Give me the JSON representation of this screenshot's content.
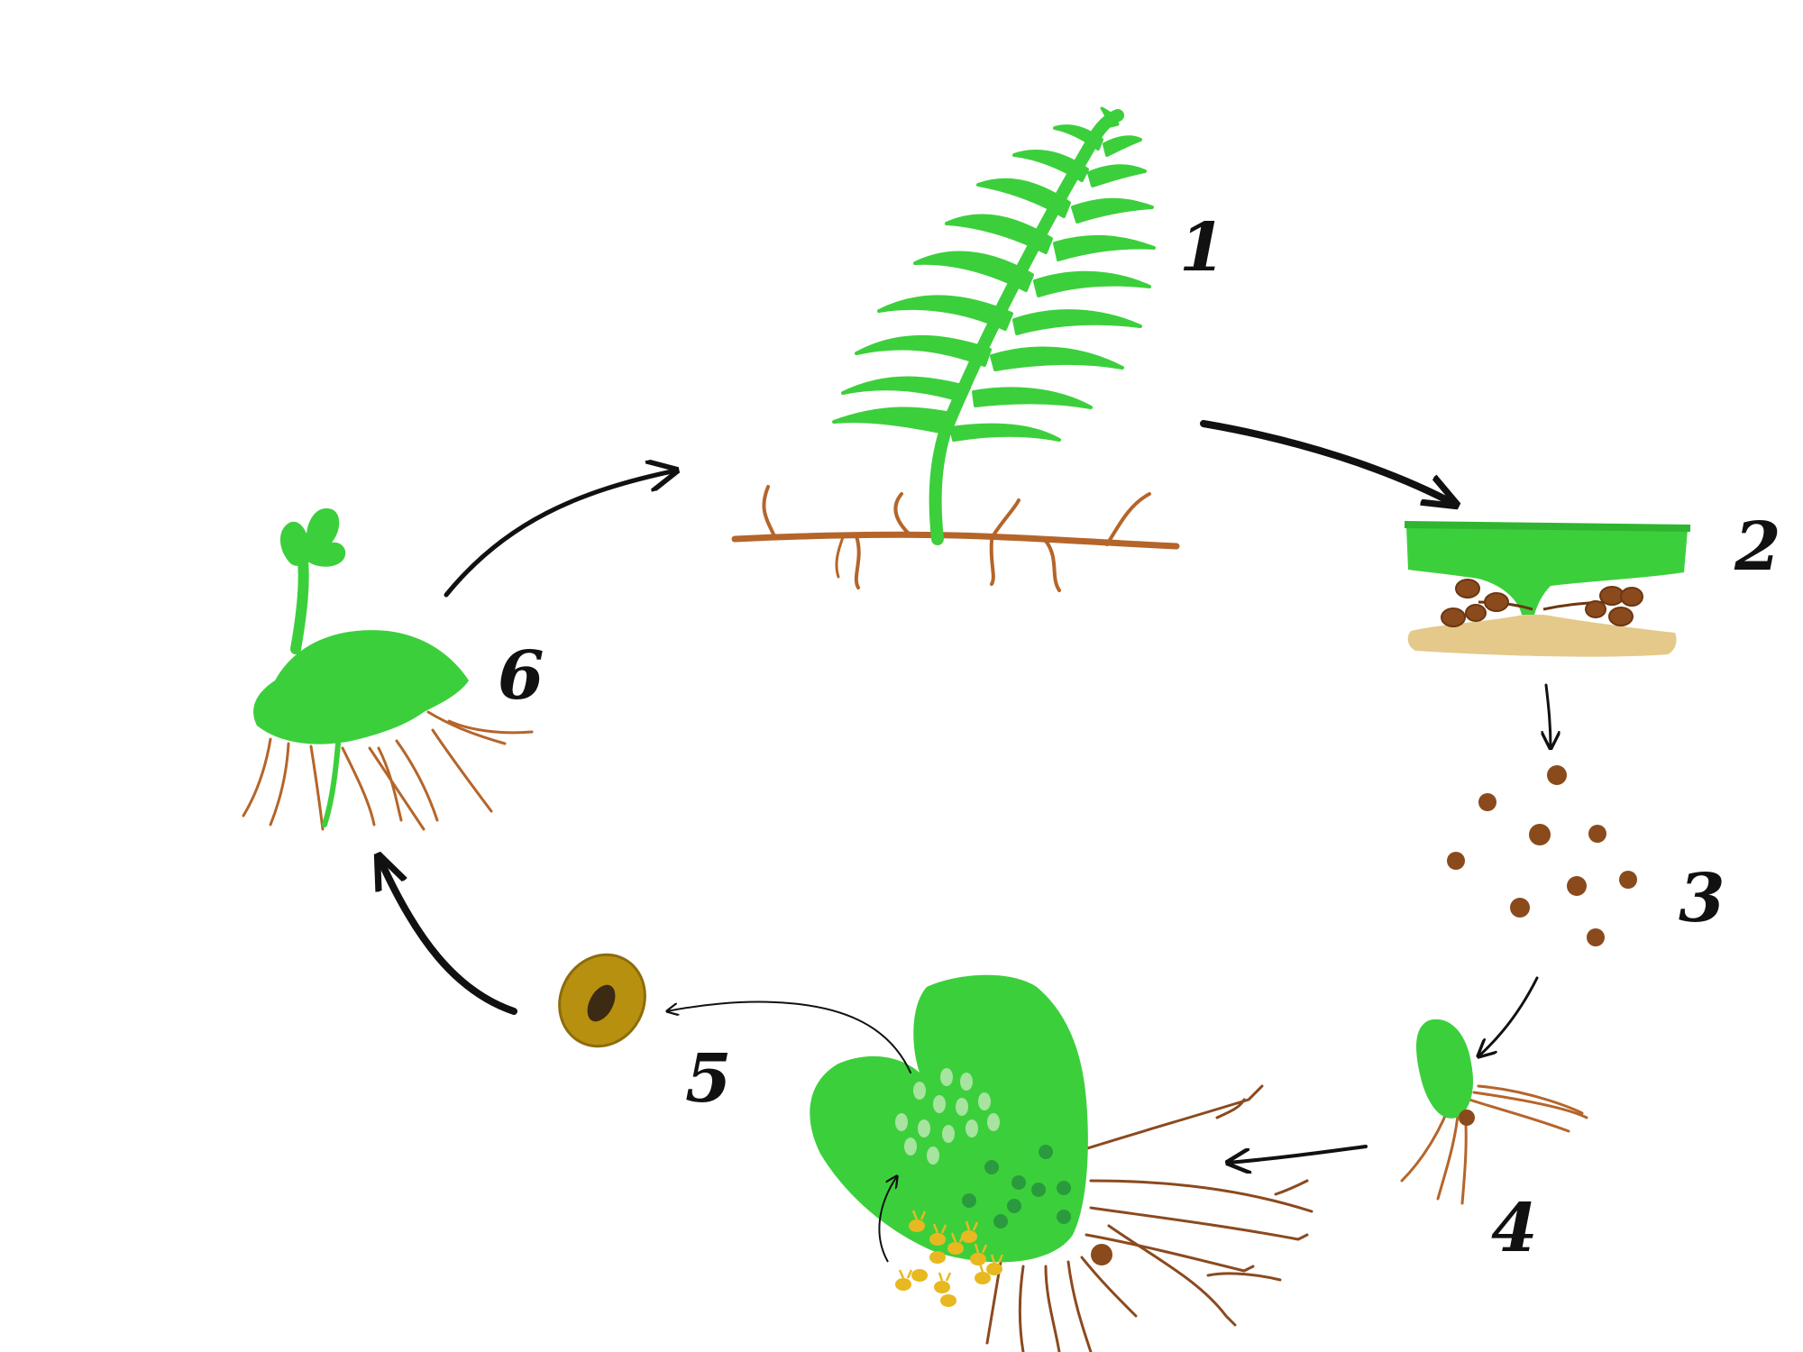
{
  "diagram": {
    "stage_labels": {
      "s1": "1",
      "s2": "2",
      "s3": "3",
      "s4": "4",
      "s5": "5",
      "s6": "6"
    },
    "colors": {
      "frond": "#3ccf3c",
      "frond_dark": "#2fb52f",
      "rhizome": "#b5652a",
      "spore": "#8a4a1c",
      "sorus_base": "#e4c98a",
      "thallus": "#3ccf3c",
      "archegonia": "#a7e4a0",
      "antheridia": "#2a9a3e",
      "sperm": "#e8b820",
      "zygote_ring": "#b8900f",
      "zygote_core": "#3d2a12",
      "arrow": "#111111"
    }
  }
}
